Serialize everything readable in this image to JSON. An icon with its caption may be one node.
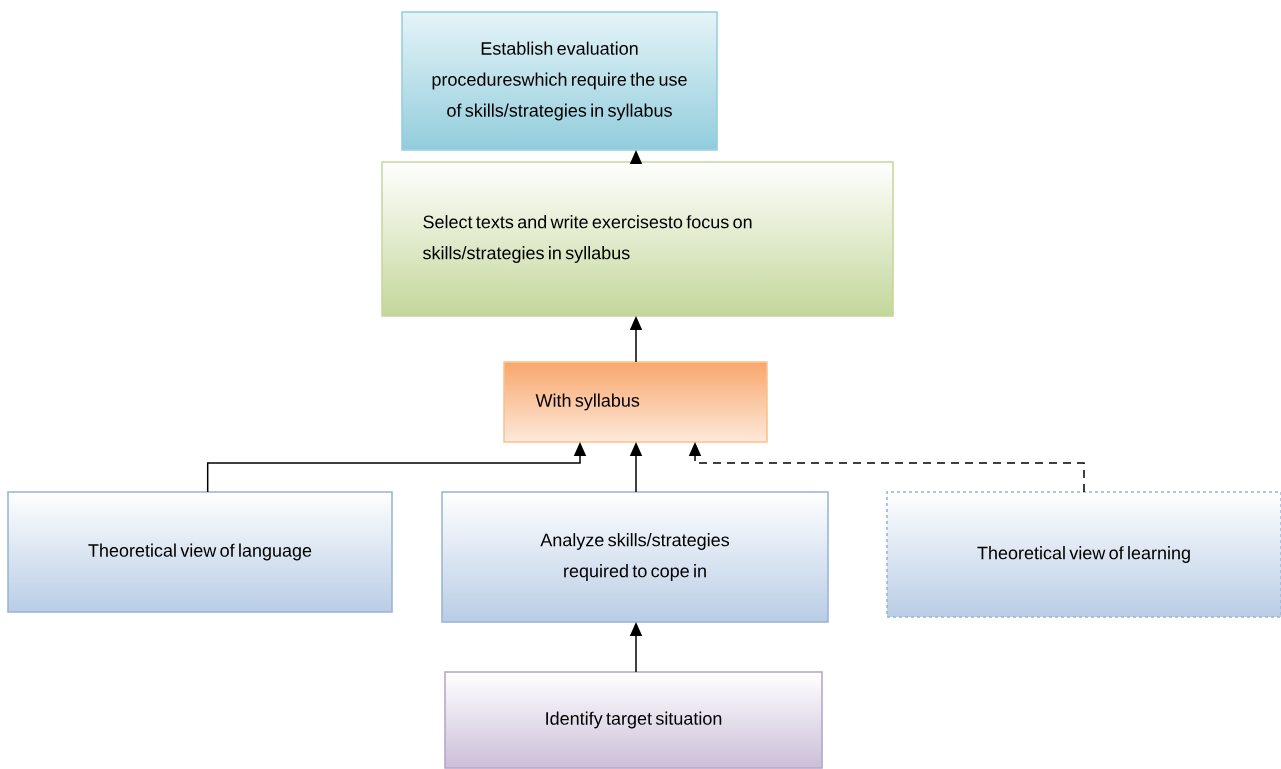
{
  "diagram": {
    "nodes": [
      {
        "text": [
          "Establish evaluation procedureswhich require the use of skills/strategies in syllabus"
        ]
      },
      {
        "text": [
          "Select texts and write exercisesto focus on skills/strategies in syllabus"
        ]
      },
      {
        "text": [
          "With syllabus"
        ]
      },
      {
        "text": [
          "Theoretical view of language"
        ]
      },
      {
        "text": [
          "Analyze skills/strategies required to cope in"
        ]
      },
      {
        "text": [
          "Theoretical view of learning"
        ]
      },
      {
        "text": [
          "Identify target situation"
        ]
      }
    ],
    "edges": [
      {
        "from": 6,
        "to": 4,
        "arrow": "to"
      },
      {
        "from": 4,
        "to": 2,
        "arrow": "to"
      },
      {
        "from": 2,
        "to": 1,
        "arrow": "to"
      },
      {
        "from": 1,
        "to": 0,
        "arrow": "to"
      },
      {
        "from": 3,
        "to": 2,
        "arrow": "to"
      },
      {
        "from": 5,
        "to": 2,
        "arrow": "to",
        "style": "dashed"
      }
    ]
  }
}
